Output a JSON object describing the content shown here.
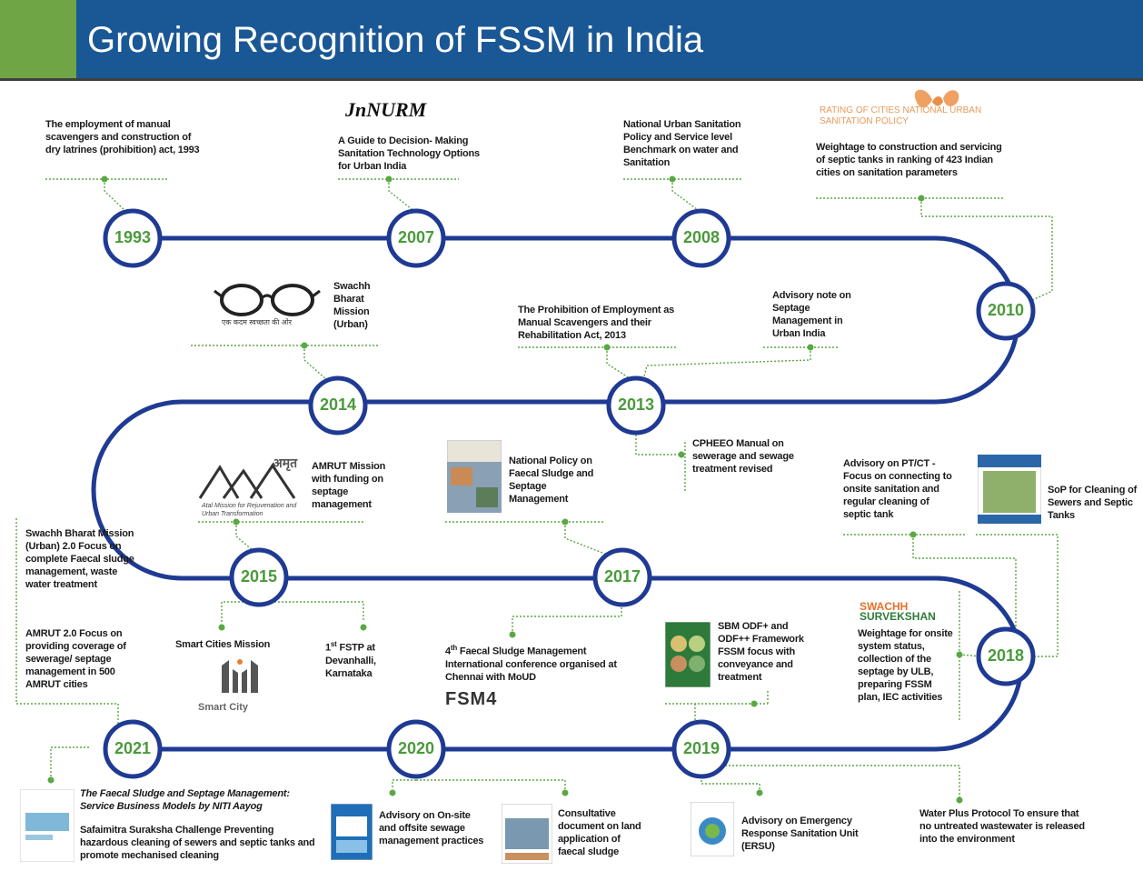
{
  "header": {
    "title": "Growing Recognition of FSSM in India"
  },
  "colors": {
    "header_blue": "#1a5795",
    "header_green": "#6fa544",
    "timeline": "#1f3a93",
    "year_green": "#4a9a3b",
    "connector": "#5aa843"
  },
  "years": [
    "1993",
    "2007",
    "2008",
    "2010",
    "2014",
    "2013",
    "2015",
    "2017",
    "2018",
    "2021",
    "2020",
    "2019"
  ],
  "notes": {
    "n1993": "The employment of manual scavengers and construction of dry latrines (prohibition) act, 1993",
    "n2007_logo": "JnNURM",
    "n2007": "A Guide to Decision- Making Sanitation Technology Options for Urban India",
    "n2008": "National Urban Sanitation Policy and Service level Benchmark on water and Sanitation",
    "n2010_logo": "RATING OF CITIES NATIONAL URBAN SANITATION POLICY",
    "n2010": "Weightage to construction and servicing of septic tanks in ranking of 423 Indian cities on sanitation parameters",
    "n2014": "Swachh Bharat Mission (Urban)",
    "n2014_logo_caption": "एक कदम स्वच्छता की ओर",
    "n2013a": "The Prohibition of Employment as Manual Scavengers and their Rehabilitation Act, 2013",
    "n2013b": "Advisory note on Septage Management in Urban India",
    "n2013c": "CPHEEO Manual on sewerage and sewage treatment revised",
    "n2015_logo_word": "अमृत",
    "n2015_logo_caption": "Atal Mission for Rejuvenation and Urban Transformation",
    "n2015": "AMRUT Mission with funding on septage management",
    "n2017": "National Policy on Faecal Sludge and Septage Management",
    "n2018a": "Advisory on PT/CT - Focus on connecting to onsite sanitation and regular cleaning of septic tank",
    "n2018b": "SoP for Cleaning of Sewers and Septic Tanks",
    "n2018c_logo1": "SWACHH",
    "n2018c_logo2": "SURVEKSHAN",
    "n2018c": "Weightage for onsite system status, collection of the septage by ULB, preparing FSSM plan, IEC activities",
    "left_a": "Swachh Bharat Mission (Urban) 2.0 Focus on complete Faecal sludge management, waste water treatment",
    "left_b": "AMRUT 2.0 Focus on providing coverage of sewerage/ septage management in 500 AMRUT cities",
    "smart_cities": "Smart Cities Mission",
    "smart_city_logo": "Smart City",
    "fstp_1": "1",
    "fstp_sup": "st",
    "fstp_2": " FSTP at Devanhalli, Karnataka",
    "fsm4_note_pre": "4",
    "fsm4_sup": "th",
    "fsm4_note": " Faecal Sludge Management International conference organised at Chennai with MoUD",
    "fsm4_logo": "FSM4",
    "sbm_odf": "SBM ODF+ and ODF++ Framework FSSM focus with conveyance and treatment",
    "n2021_title": "The Faecal Sludge and Septage Management: Service Business Models by NITI Aayog",
    "n2021_body": "Safaimitra Suraksha Challenge Preventing hazardous cleaning of sewers and septic tanks and promote mechanised cleaning",
    "n2020a": "Advisory on On-site and offsite sewage management practices",
    "n2020b": "Consultative document on land application of faecal sludge",
    "n2019a": "Advisory on Emergency Response Sanitation Unit (ERSU)",
    "n2019b": "Water Plus Protocol To ensure that no untreated wastewater is released into the environment"
  }
}
